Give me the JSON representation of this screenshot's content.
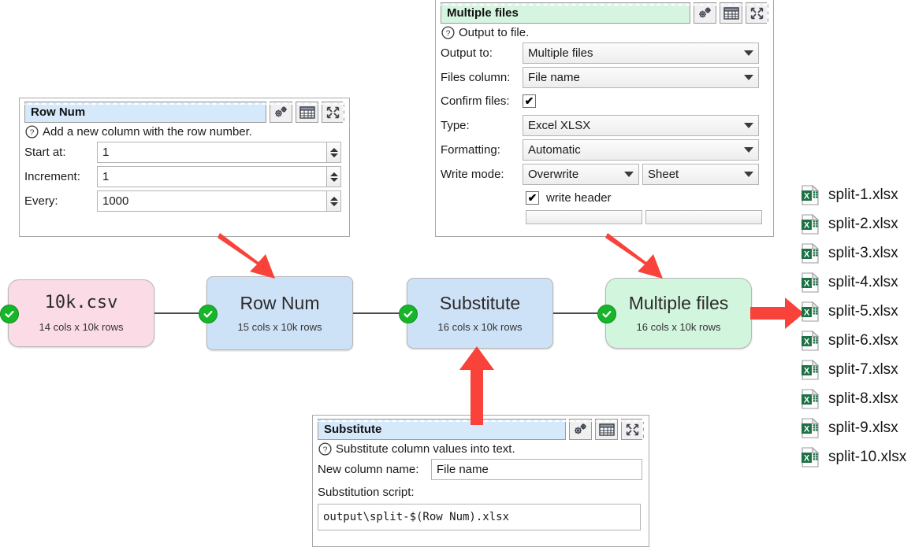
{
  "panels": [
    {
      "id": "row-num",
      "title": "Row Num",
      "title_color": "#d6e9fb",
      "help": "Add a new column with the row number.",
      "toolbar": [
        "gear-icon",
        "table-icon",
        "expand-icon"
      ],
      "fields": [
        {
          "label": "Start at:",
          "value": "1",
          "kind": "spin"
        },
        {
          "label": "Increment:",
          "value": "1",
          "kind": "spin"
        },
        {
          "label": "Every:",
          "value": "1000",
          "kind": "spin"
        }
      ]
    },
    {
      "id": "multiple-files",
      "title": "Multiple files",
      "title_color": "#d6f5e0",
      "help": "Output to file.",
      "toolbar": [
        "gear-icon",
        "table-icon",
        "expand-icon"
      ],
      "fields": [
        {
          "label": "Output to:",
          "value": "Multiple files",
          "kind": "combo"
        },
        {
          "label": "Files column:",
          "value": "File name",
          "kind": "combo"
        },
        {
          "label": "Confirm files:",
          "value": "checked",
          "kind": "check"
        },
        {
          "label": "Type:",
          "value": "Excel XLSX",
          "kind": "combo"
        },
        {
          "label": "Formatting:",
          "value": "Automatic",
          "kind": "combo"
        },
        {
          "label": "Write mode:",
          "value": "Overwrite",
          "value2": "Sheet",
          "kind": "combo2"
        },
        {
          "label": "",
          "value": "write header",
          "kind": "check-label"
        }
      ]
    },
    {
      "id": "substitute",
      "title": "Substitute",
      "title_color": "#d6e9fb",
      "help": "Substitute column values into text.",
      "toolbar": [
        "gear-icon",
        "table-icon",
        "expand-icon"
      ],
      "fields": [
        {
          "label": "New column name:",
          "value": "File name",
          "kind": "text"
        },
        {
          "label": "Substitution script:",
          "value": "",
          "kind": "label"
        },
        {
          "label": "",
          "value": "output\\split-$(Row Num).xlsx",
          "kind": "mono"
        }
      ]
    }
  ],
  "flow": {
    "nodes": [
      {
        "id": "source",
        "title": "10k.csv",
        "subtitle": "14 cols x 10k rows",
        "color": "pink",
        "status": "check-icon",
        "mono": true
      },
      {
        "id": "rownum",
        "title": "Row Num",
        "subtitle": "15 cols x 10k rows",
        "color": "blue",
        "status": "check-icon",
        "mono": false
      },
      {
        "id": "subst",
        "title": "Substitute",
        "subtitle": "16 cols x 10k rows",
        "color": "blue",
        "status": "check-icon",
        "mono": false
      },
      {
        "id": "multiple",
        "title": "Multiple files",
        "subtitle": "16 cols x 10k rows",
        "color": "green",
        "status": "check-icon",
        "mono": false
      }
    ]
  },
  "files": [
    {
      "name": "split-1.xlsx",
      "icon": "excel-file-icon"
    },
    {
      "name": "split-2.xlsx",
      "icon": "excel-file-icon"
    },
    {
      "name": "split-3.xlsx",
      "icon": "excel-file-icon"
    },
    {
      "name": "split-4.xlsx",
      "icon": "excel-file-icon"
    },
    {
      "name": "split-5.xlsx",
      "icon": "excel-file-icon"
    },
    {
      "name": "split-6.xlsx",
      "icon": "excel-file-icon"
    },
    {
      "name": "split-7.xlsx",
      "icon": "excel-file-icon"
    },
    {
      "name": "split-8.xlsx",
      "icon": "excel-file-icon"
    },
    {
      "name": "split-9.xlsx",
      "icon": "excel-file-icon"
    },
    {
      "name": "split-10.xlsx",
      "icon": "excel-file-icon"
    }
  ],
  "colors": {
    "annotation_arrow": "#f9423a",
    "node_pink": "#fbdce6",
    "node_blue": "#cee2f7",
    "node_green": "#d2f5dd",
    "status_ok": "#17b52a",
    "excel_green": "#1d7145",
    "title_blue": "#d6e9fb",
    "title_green": "#d6f5e0"
  },
  "annotations": [
    {
      "id": "arrow-to-rownum",
      "direction": "down-right"
    },
    {
      "id": "arrow-to-multiple",
      "direction": "down-right"
    },
    {
      "id": "arrow-to-subst",
      "direction": "up"
    },
    {
      "id": "arrow-to-files",
      "direction": "right"
    }
  ]
}
